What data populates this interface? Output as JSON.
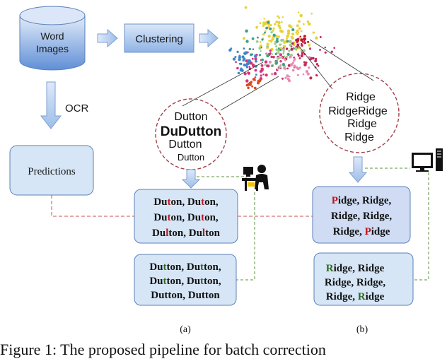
{
  "flow": {
    "word_images_line1": "Word",
    "word_images_line2": "Images",
    "clustering": "Clustering",
    "ocr": "OCR",
    "predictions": "Predictions"
  },
  "cluster_a": {
    "words": [
      "Dutton",
      "DuDutton",
      "Dutton",
      "Dutton"
    ]
  },
  "cluster_b": {
    "words": [
      "Ridge",
      "RidgeRidge",
      "Ridge",
      "Ridge"
    ]
  },
  "box_a_top": {
    "lines": [
      [
        {
          "t": "Du"
        },
        {
          "t": "t",
          "hl": "red"
        },
        {
          "t": "on, Du"
        },
        {
          "t": "t",
          "hl": "red"
        },
        {
          "t": "on,"
        }
      ],
      [
        {
          "t": "Du"
        },
        {
          "t": "t",
          "hl": "red"
        },
        {
          "t": "on, Du"
        },
        {
          "t": "t",
          "hl": "red"
        },
        {
          "t": "on,"
        }
      ],
      [
        {
          "t": "Du"
        },
        {
          "t": "l",
          "hl": "red"
        },
        {
          "t": "ton, Du"
        },
        {
          "t": "l",
          "hl": "red"
        },
        {
          "t": "ton"
        }
      ]
    ]
  },
  "box_a_bottom": {
    "lines": [
      [
        {
          "t": "Du"
        },
        {
          "t": "t",
          "hl": "green"
        },
        {
          "t": "ton, Du"
        },
        {
          "t": "t",
          "hl": "green"
        },
        {
          "t": "ton,"
        }
      ],
      [
        {
          "t": "Du"
        },
        {
          "t": "t",
          "hl": "green"
        },
        {
          "t": "ton, Du"
        },
        {
          "t": "t",
          "hl": "green"
        },
        {
          "t": "ton,"
        }
      ],
      [
        {
          "t": "Dutton, Dutton"
        }
      ]
    ]
  },
  "box_b_top": {
    "lines": [
      [
        {
          "t": "P",
          "hl": "red"
        },
        {
          "t": "idge, Ridge,"
        }
      ],
      [
        {
          "t": "Ridge, Ridge,"
        }
      ],
      [
        {
          "t": "Ridge, "
        },
        {
          "t": "P",
          "hl": "red"
        },
        {
          "t": "idge"
        }
      ]
    ]
  },
  "box_b_bottom": {
    "lines": [
      [
        {
          "t": "R",
          "hl": "green"
        },
        {
          "t": "idge, Ridge"
        }
      ],
      [
        {
          "t": "Ridge, Ridge,"
        }
      ],
      [
        {
          "t": "Ridge, "
        },
        {
          "t": "R",
          "hl": "green"
        },
        {
          "t": "idge"
        }
      ]
    ]
  },
  "labels": {
    "a": "(a)",
    "b": "(b)"
  },
  "caption": "Figure 1: The proposed pipeline for batch correction",
  "colors": {
    "box_fill": "#d6e6f7",
    "box_fill_b": "#cfdcf4",
    "red_highlight": "#c0141a",
    "green_highlight": "#2e6b1f",
    "red_dash": "#c8504c",
    "green_dash": "#5b8f3a",
    "maroon_circle": "#a0404a",
    "arrow_fill": "#bcd3f2"
  }
}
